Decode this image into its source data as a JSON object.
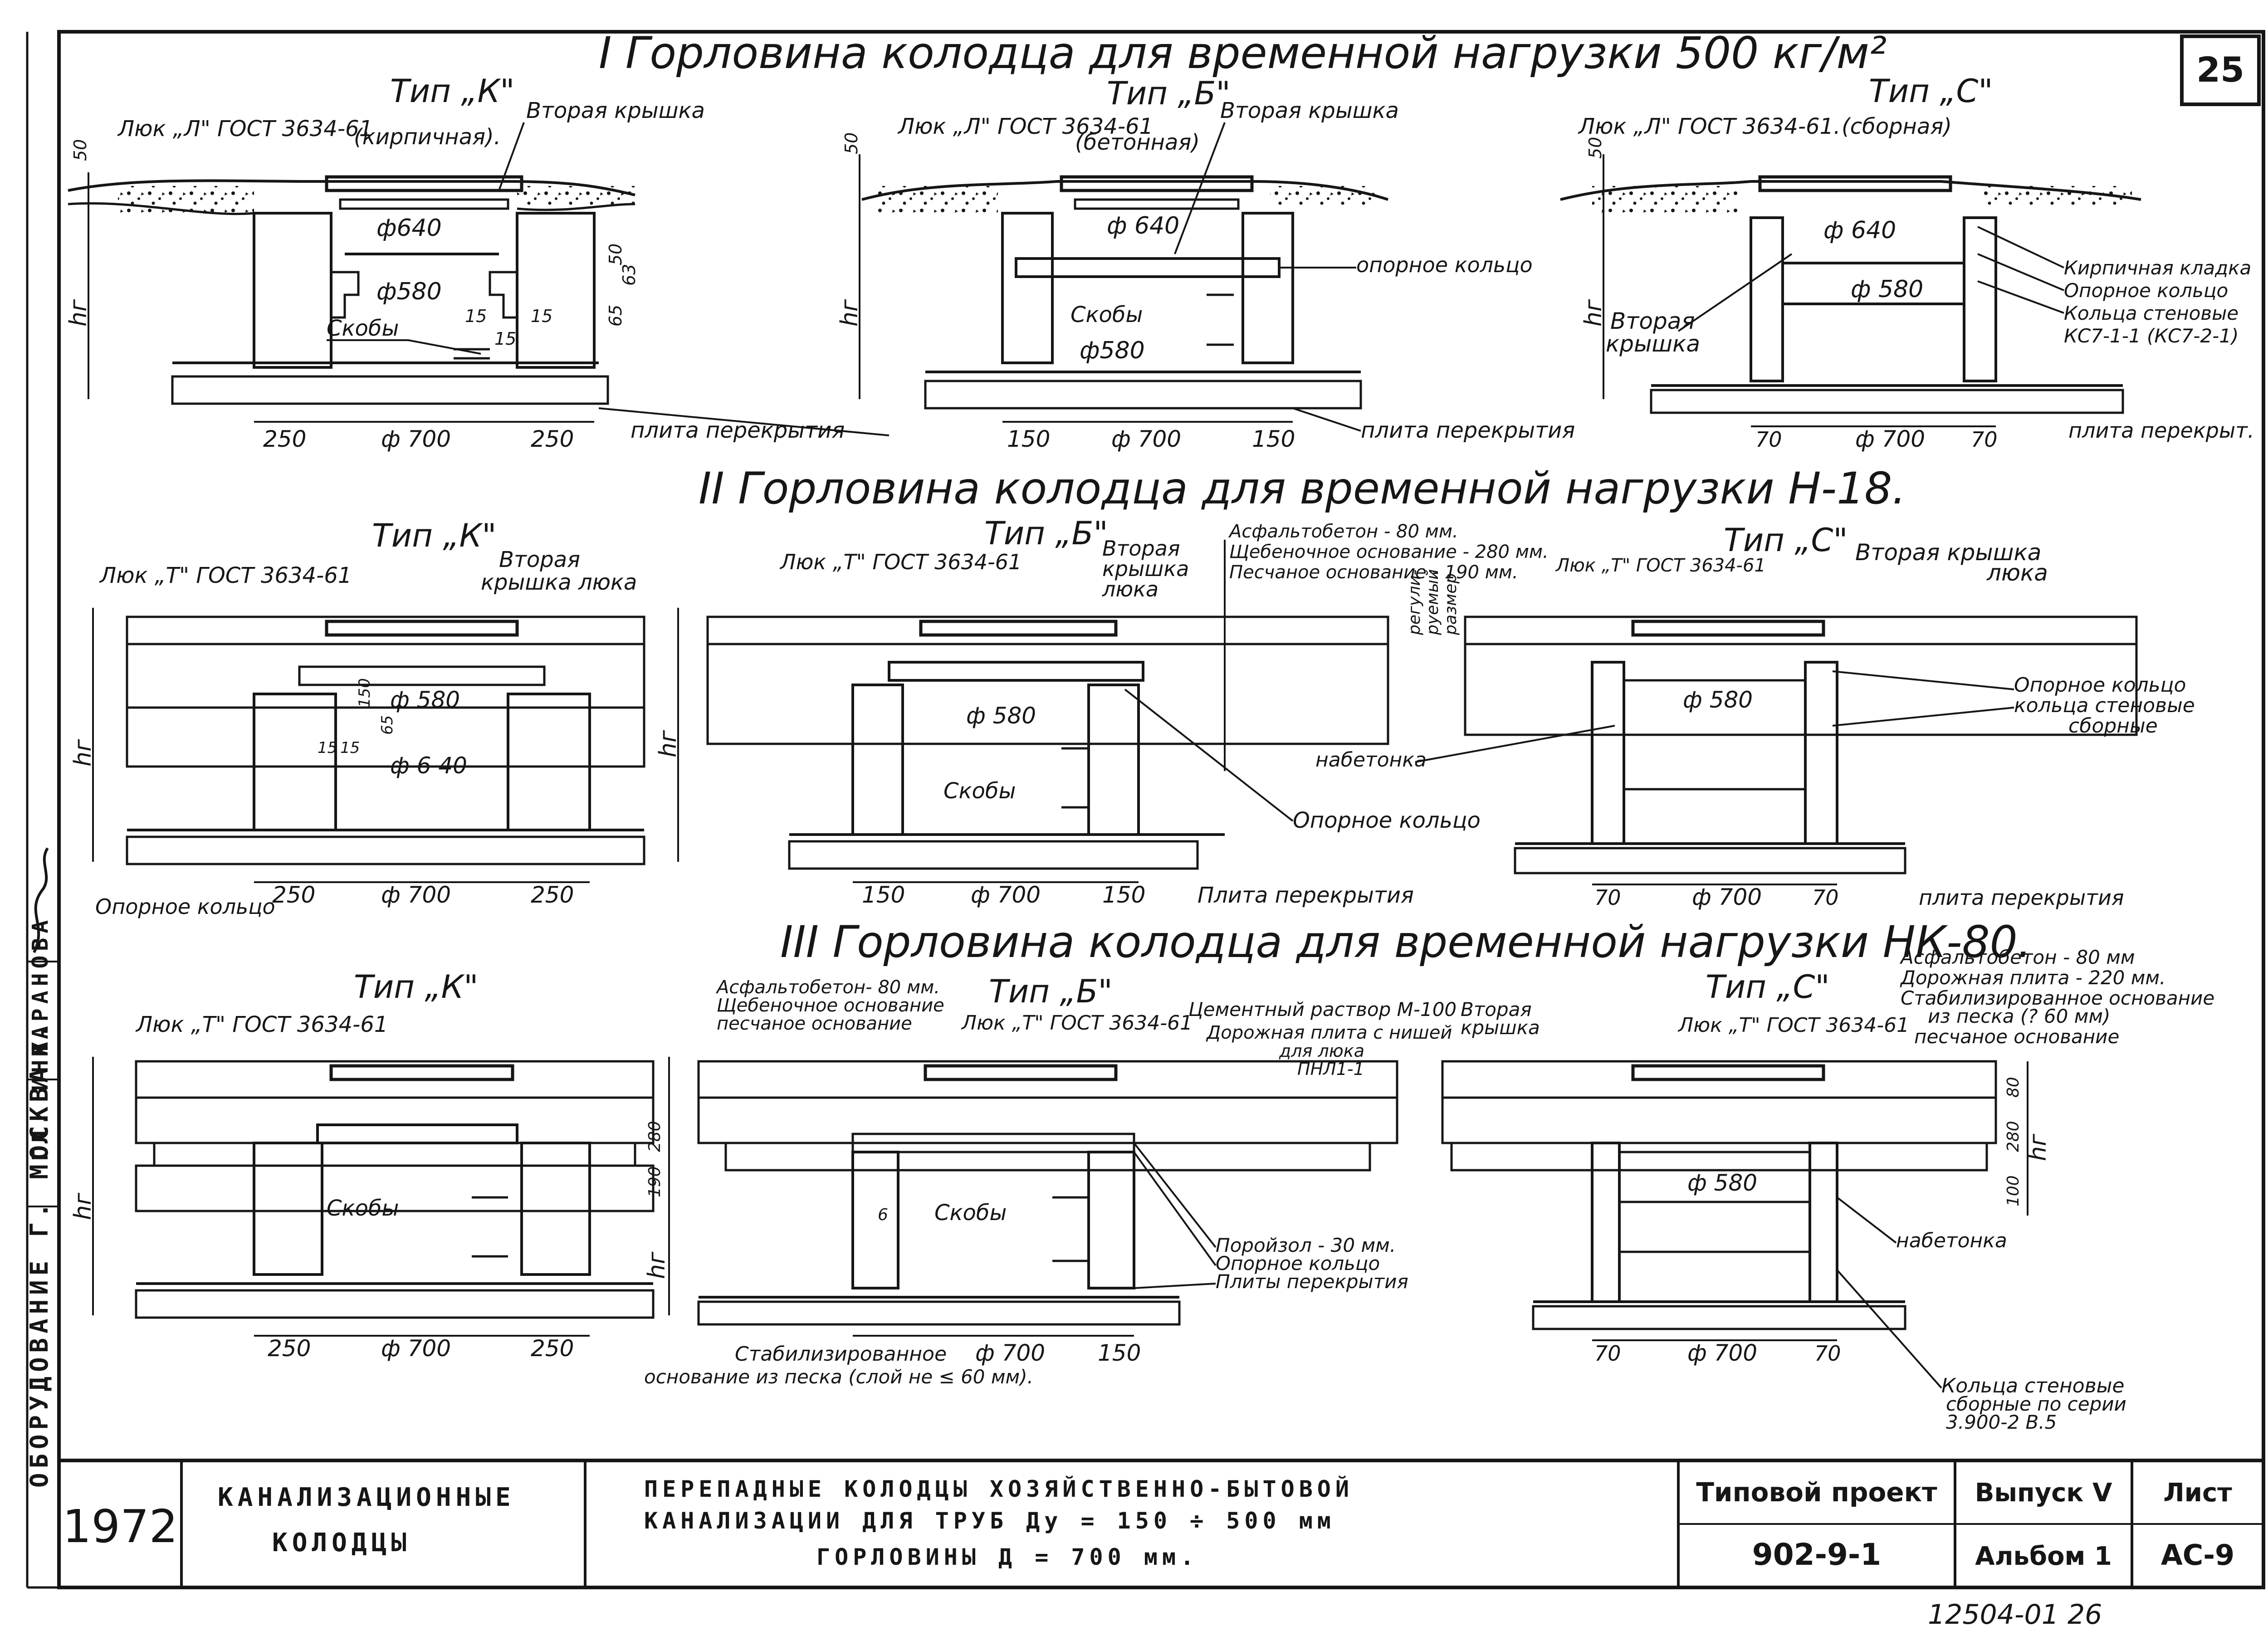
{
  "sheet": {
    "number": "25",
    "footer_code": "12504-01  26",
    "side_stamp": "ОБОРУДОВАНИЕ Г. МОСКВА",
    "side_sign_1": "ГЛ. ИНЖ.",
    "side_sign_2": "ПАРАНОВА",
    "side_label": "Опорное кольцо"
  },
  "sections": {
    "s1": {
      "title": "I Горловина колодца для временной нагрузки 500 кг/м²",
      "types": {
        "k": {
          "title": "Тип „К\"",
          "hatch": "Люк „Л\" ГОСТ 3634-61",
          "note": "(кирпичная).",
          "cover2": "Вторая крышка",
          "d640": "ф640",
          "d580": "ф580",
          "staples": "Скобы",
          "d700": "ф 700",
          "w_left": "250",
          "w_right": "250",
          "n50": "50",
          "n63": "63",
          "n65": "65",
          "n15a": "15",
          "n15b": "15",
          "n15c": "15",
          "depth": "50",
          "hr": "hг"
        },
        "b": {
          "title": "Тип „Б\"",
          "hatch": "Люк „Л\" ГОСТ 3634-61",
          "note": "(бетонная)",
          "cover2": "Вторая крышка",
          "d640": "ф 640",
          "d580": "ф580",
          "staples": "Скобы",
          "ring": "опорное кольцо",
          "d700": "ф 700",
          "w_left": "150",
          "w_right": "150",
          "slab": "плита перекрытия",
          "depth": "50",
          "hr": "hг"
        },
        "c": {
          "title": "Тип „С\"",
          "hatch": "Люк „Л\" ГОСТ 3634-61.",
          "note": "(сборная)",
          "cover2a": "Вторая",
          "cover2b": "крышка",
          "d640": "ф 640",
          "d580": "ф 580",
          "brick": "Кирпичная кладка",
          "ring": "Опорное кольцо",
          "wall_rings": "Кольца стеновые",
          "wall_code": "КС7-1-1 (КС7-2-1)",
          "d700": "ф 700",
          "w_left": "70",
          "w_right": "70",
          "slab": "плита перекрыт.",
          "depth": "50",
          "hr": "hг"
        },
        "slab_k": "плита перекрытия"
      }
    },
    "s2": {
      "title": "II Горловина колодца для временной нагрузки Н-18.",
      "types": {
        "k": {
          "title": "Тип „К\"",
          "hatch": "Люк „Т\" ГОСТ 3634-61",
          "cover2a": "Вторая",
          "cover2b": "крышка люка",
          "d580": "ф 580",
          "d640": "ф 6 40",
          "n150": "150",
          "n65": "65",
          "n15a": "15",
          "n15b": "15",
          "d700": "ф 700",
          "w_left": "250",
          "w_right": "250",
          "hr": "hг"
        },
        "b": {
          "title": "Тип „Б\"",
          "hatch": "Люк „Т\" ГОСТ 3634-61",
          "cover2a": "Вторая",
          "cover2b": "крышка",
          "cover2c": "люка",
          "asphalt": "Асфальтобетон - 80 мм.",
          "gravel": "Щебеночное основание - 280 мм.",
          "sand": "Песчаное основание - 190 мм.",
          "d580": "ф 580",
          "staples": "Скобы",
          "ring": "Опорное кольцо",
          "d700": "ф 700",
          "w_left": "150",
          "w_right": "150",
          "slab": "Плита перекрытия",
          "hr": "hг"
        },
        "c": {
          "title": "Тип „С\"",
          "hatch": "Люк „Т\" ГОСТ 3634-61",
          "cover2": "Вторая крышка",
          "cover2b": "люка",
          "adjust_a": "регули-",
          "adjust_b": "руемый",
          "adjust_c": "размер",
          "ring": "Опорное кольцо",
          "wall_rings_a": "кольца стеновые",
          "wall_rings_b": "сборные",
          "nabetonka": "набетонка",
          "d580": "ф 580",
          "d700": "ф 700",
          "w_left": "70",
          "w_right": "70",
          "slab": "плита перекрытия"
        }
      }
    },
    "s3": {
      "title": "III Горловина колодца для временной нагрузки НК-80.",
      "types": {
        "k": {
          "title": "Тип „К\"",
          "hatch": "Люк „Т\" ГОСТ 3634-61",
          "staples": "Скобы",
          "d700": "ф 700",
          "w_left": "250",
          "w_right": "250",
          "hr": "hг"
        },
        "b": {
          "title": "Тип „Б\"",
          "hatch": "Люк „Т\" ГОСТ 3634-61",
          "asphalt": "Асфальтобетон- 80 мм.",
          "gravel": "Щебеночное основание",
          "sand": "песчаное основание",
          "mortar": "Цементный раствор М-100",
          "cover2a": "Вторая",
          "cover2b": "крышка",
          "road_slab_a": "Дорожная плита с нишей",
          "road_slab_b": "для люка",
          "road_slab_c": "ПНЛ1-1",
          "poroizol": "Поройзол - 30 мм.",
          "ring": "Опорное кольцо",
          "slabs": "Плиты перекрытия",
          "staples": "Скобы",
          "stab_a": "Стабилизированное",
          "stab_b": "основание из песка (слой не ≤ 60 мм).",
          "d700": "ф 700",
          "w_right": "150",
          "n280": "280",
          "n190": "190",
          "n6": "6",
          "hr": "hг"
        },
        "c": {
          "title": "Тип „С\"",
          "hatch": "Люк „Т\" ГОСТ 3634-61",
          "asphalt": "Асфальтобетон - 80 мм",
          "road_slab": "Дорожная плита - 220 мм.",
          "stab_a": "Стабилизированное основание",
          "stab_b": "из песка (? 60 мм)",
          "sand": "песчаное основание",
          "d580": "ф 580",
          "nabetonka": "набетонка",
          "rings_a": "Кольца стеновые",
          "rings_b": "сборные по серии",
          "rings_c": "3.900-2  В.5",
          "d700": "ф 700",
          "w_left": "70",
          "w_right": "70",
          "n80": "80",
          "n280": "280",
          "n100": "100",
          "hr": "hг"
        }
      }
    }
  },
  "title_block": {
    "year": "1972",
    "group_a": "КАНАЛИЗАЦИОННЫЕ",
    "group_b": "КОЛОДЦЫ",
    "name_a": "ПЕРЕПАДНЫЕ КОЛОДЦЫ      ХОЗЯЙСТВЕННО-БЫТОВОЙ",
    "name_b": "КАНАЛИЗАЦИИ   ДЛЯ ТРУБ   Ду = 150 ÷ 500 мм",
    "name_c": "ГОРЛОВИНЫ    Д = 700 мм.",
    "project_label": "Типовой проект",
    "project_value": "902-9-1",
    "issue_label": "Выпуск V",
    "issue_value": "Альбом 1",
    "sheet_label": "Лист",
    "sheet_value": "АС-9"
  }
}
